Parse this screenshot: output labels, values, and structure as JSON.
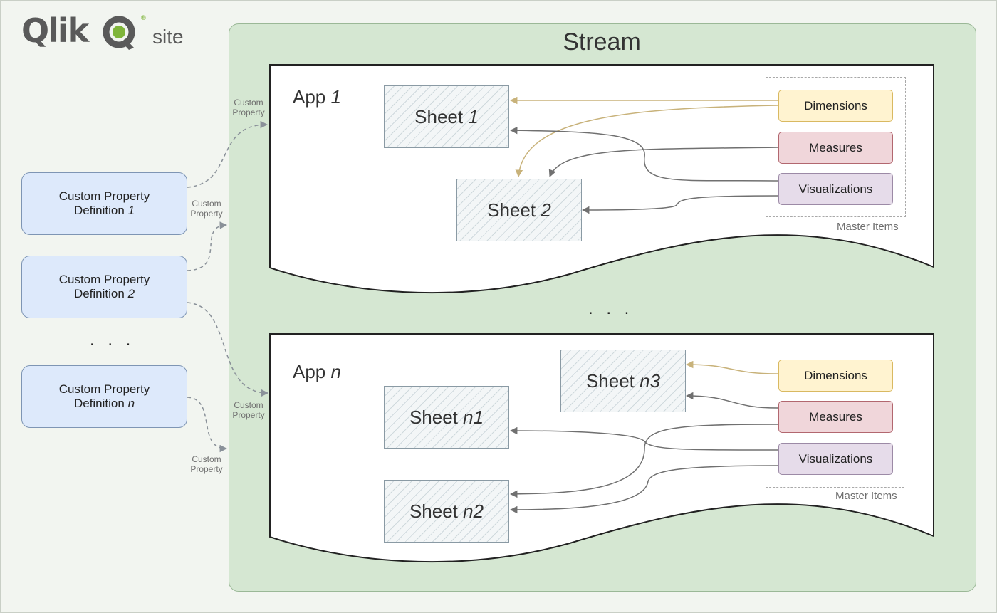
{
  "logo": {
    "wordmark": "Qlik",
    "registered": "®",
    "site_label": "site"
  },
  "stream": {
    "title": "Stream"
  },
  "apps": [
    {
      "label": "App",
      "label_italic": "1",
      "sheets": [
        {
          "label": "Sheet",
          "label_italic": "1"
        },
        {
          "label": "Sheet",
          "label_italic": "2"
        }
      ],
      "master_items": {
        "dimensions": "Dimensions",
        "measures": "Measures",
        "visualizations": "Visualizations",
        "caption": "Master Items"
      }
    },
    {
      "label": "App",
      "label_italic": "n",
      "sheets": [
        {
          "label": "Sheet",
          "label_italic": "n3"
        },
        {
          "label": "Sheet",
          "label_italic": "n1"
        },
        {
          "label": "Sheet",
          "label_italic": "n2"
        }
      ],
      "master_items": {
        "dimensions": "Dimensions",
        "measures": "Measures",
        "visualizations": "Visualizations",
        "caption": "Master Items"
      }
    }
  ],
  "apps_ellipsis": ". . .",
  "custom_property_definitions": [
    {
      "line1": "Custom Property",
      "line2": "Definition",
      "line2_italic": "1"
    },
    {
      "line1": "Custom Property",
      "line2": "Definition",
      "line2_italic": "2"
    },
    {
      "line1": "Custom Property",
      "line2": "Definition",
      "line2_italic": "n"
    }
  ],
  "definitions_ellipsis": ". . .",
  "custom_property_label": {
    "line1": "Custom",
    "line2": "Property"
  },
  "colors": {
    "stream_fill": "#d5e7d2",
    "dimensions_fill": "#fff3d0",
    "measures_fill": "#f0d6da",
    "visualizations_fill": "#e6dcea",
    "definition_fill": "#dde9fb",
    "dimension_link": "#c8b27a",
    "link": "#707070"
  }
}
